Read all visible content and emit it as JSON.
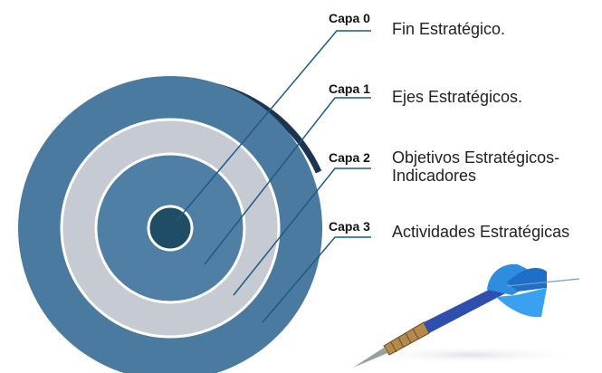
{
  "layers": [
    {
      "tag": "Capa 0",
      "description": "Fin Estratégico."
    },
    {
      "tag": "Capa 1",
      "description": "Ejes Estratégicos."
    },
    {
      "tag": "Capa 2",
      "description": "Objetivos Estratégicos-",
      "description_line2": "Indicadores"
    },
    {
      "tag": "Capa 3",
      "description": "Actividades Estratégicas"
    }
  ],
  "colors": {
    "outer_ring": "#4a7aa0",
    "light_ring": "#c6cad2",
    "inner_ring": "#4f7fa5",
    "bullseye": "#1f4d66",
    "leader_line": "#1e5a86",
    "ring_border": "#ffffff",
    "dart_blue": "#2f8de0"
  },
  "icons": {
    "target": "target-icon",
    "dart": "dart-icon"
  }
}
